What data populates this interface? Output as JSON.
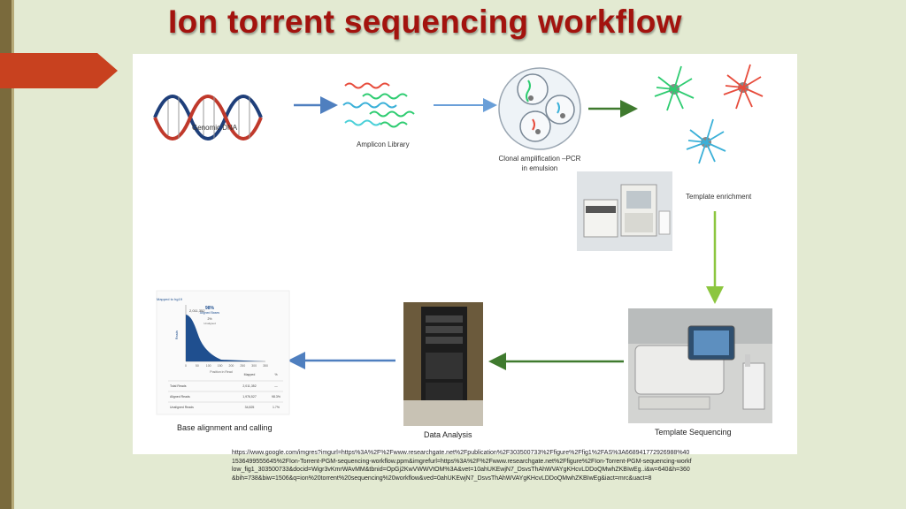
{
  "slide": {
    "title": "Ion torrent sequencing workflow"
  },
  "workflow": {
    "steps": [
      {
        "label": "Genomic DNA"
      },
      {
        "label": "Amplicon Library"
      },
      {
        "label": "Clonal amplification –PCR in emulsion"
      },
      {
        "label": "Template enrichment"
      },
      {
        "label": "Template Sequencing"
      },
      {
        "label": "Data Analysis"
      },
      {
        "label": "Base alignment and calling"
      }
    ],
    "chart_panel": {
      "title": "Mapped to hg19",
      "count": "2,011,352",
      "percent": "98%",
      "percent_caption": "Aligned Bases",
      "second_percent": "2%",
      "second_caption": "Unaligned",
      "ylabel": "Reads",
      "xlabel": "Position in Read",
      "xticks": [
        "0",
        "50",
        "100",
        "150",
        "200",
        "250",
        "300",
        "350"
      ],
      "table_header": [
        "",
        "Mapped",
        "%"
      ],
      "table_rows": [
        [
          "Total Reads",
          "2,011,352",
          "—"
        ],
        [
          "Aligned Reads",
          "1,976,527",
          "98.3%"
        ],
        [
          "Unaligned Reads",
          "34,825",
          "1.7%"
        ]
      ]
    }
  },
  "source": {
    "url": "https://www.google.com/imgres?imgurl=https%3A%2F%2Fwww.researchgate.net%2Fpublication%2F303500733%2Ffigure%2Ffig1%2FAS%3A668941772926988%401536499555645%2FIon-Torrent-PGM-sequencing-workflow.ppm&imgrefurl=https%3A%2F%2Fwww.researchgate.net%2Ffigure%2FIon-Torrent-PGM-sequencing-workflow_fig1_303500733&docid=Wigr3vKmrWAvMM&tbnid=OpGj2KwVWWVtOM%3A&vet=10ahUKEwjN7_DsvsThAhWVAYgKHcvLDDoQMwhZKBIwEg..i&w=640&h=360&bih=738&biw=1506&q=ion%20torrent%20sequencing%20workflow&ved=0ahUKEwjN7_DsvsThAhWVAYgKHcvLDDoQMwhZKBIwEg&iact=mrc&uact=8"
  },
  "colors": {
    "title": "#a3130e",
    "background": "#e3ead2",
    "arrow_blue": "#4f7fbf",
    "arrow_green": "#4f8a3a",
    "arrow_lightgreen": "#8cc63f",
    "accent_marker": "#c8411f"
  }
}
